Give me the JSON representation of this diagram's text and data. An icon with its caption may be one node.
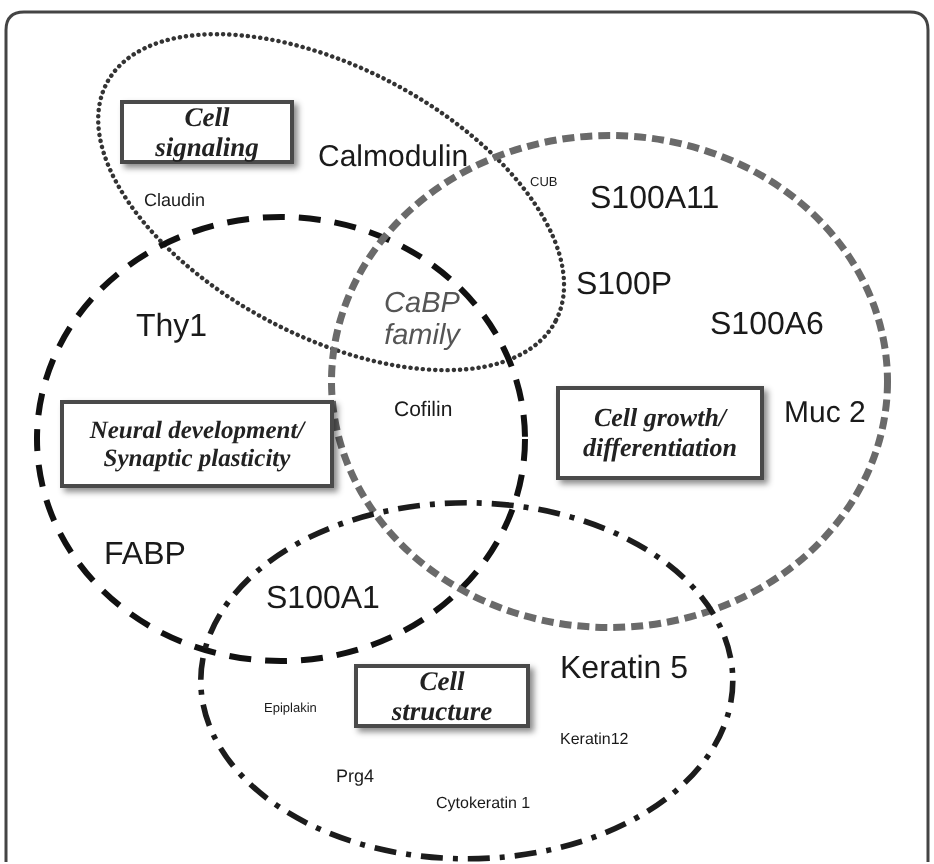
{
  "diagram": {
    "nodes": [
      {
        "text": [],
        "shape": "ellipse"
      },
      {
        "text": [
          "Cell signaling"
        ],
        "in": 0
      },
      {
        "text": [],
        "shape": "ellipse"
      },
      {
        "text": [
          "Neural development/ Synaptic plasticity"
        ],
        "in": 2
      },
      {
        "text": [],
        "shape": "ellipse"
      },
      {
        "text": [
          "Cell growth/ differentiation"
        ],
        "in": 4
      },
      {
        "text": [],
        "shape": "ellipse"
      },
      {
        "text": [
          "Cell structure"
        ],
        "in": 6
      }
    ],
    "labels": [
      "Calmodulin",
      "Claudin",
      "CUB",
      "S100A11",
      "S100P",
      "Thy1",
      "CaBP family",
      "S100A6",
      "Cofilin",
      "Muc 2",
      "FABP",
      "S100A1",
      "Keratin 5",
      "Epiplakin",
      "Keratin12",
      "Prg4",
      "Cytokeratin 1"
    ]
  }
}
